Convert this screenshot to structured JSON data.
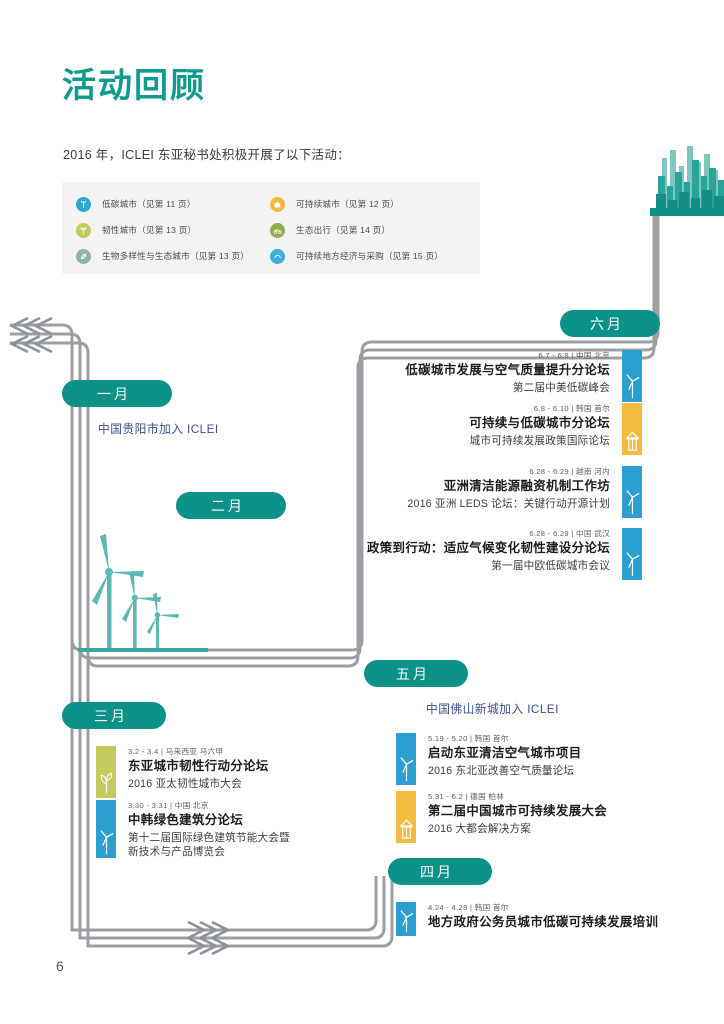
{
  "page": {
    "title": "活动回顾",
    "intro": "2016 年，ICLEI 东亚秘书处积极开展了以下活动：",
    "page_number": "6",
    "accent_color": "#0c9289",
    "title_color": "#0f9b8e",
    "member_note_color": "#3c4f8a"
  },
  "legend": {
    "column_left": [
      {
        "label": "低碳城市（见第 11 页）",
        "icon": "low-carbon-city-icon",
        "color": "#2aa9d4"
      },
      {
        "label": "韧性城市（见第 13 页）",
        "icon": "resilient-city-icon",
        "color": "#c3cb5e"
      },
      {
        "label": "生物多样性与生态城市（见第 13 页）",
        "icon": "biodiversity-eco-city-icon",
        "color": "#8fb3a5"
      }
    ],
    "column_right": [
      {
        "label": "可持续城市（见第 12 页）",
        "icon": "sustainable-city-icon",
        "color": "#f0b93c"
      },
      {
        "label": "生态出行（见第 14 页）",
        "icon": "eco-mobility-icon",
        "color": "#8eae4f"
      },
      {
        "label": "可持续地方经济与采购（见第 15 页）",
        "icon": "sustainable-economy-icon",
        "color": "#3eaede"
      }
    ]
  },
  "months": {
    "june": {
      "label": "六月"
    },
    "january": {
      "label": "一月"
    },
    "february": {
      "label": "二月"
    },
    "may": {
      "label": "五月"
    },
    "march": {
      "label": "三月"
    },
    "april": {
      "label": "四月"
    }
  },
  "member_notes": {
    "guiyang": "中国贵阳市加入 ICLEI",
    "foshan": "中国佛山新城加入 ICLEI"
  },
  "events": {
    "june": [
      {
        "meta": "6.7 - 6.8 | 中国 北京",
        "title": "低碳城市发展与空气质量提升分论坛",
        "sub": "第二届中美低碳峰会",
        "icon": "low-carbon-city-icon",
        "color": "#2b9fd0"
      },
      {
        "meta": "6.8 - 6.10 | 韩国 首尔",
        "title": "可持续与低碳城市分论坛",
        "sub": "城市可持续发展政策国际论坛",
        "icon": "sustainable-city-icon",
        "color": "#f2bd3e"
      },
      {
        "meta": "6.28 - 6.29 | 越南 河内",
        "title": "亚洲清洁能源融资机制工作坊",
        "sub": "2016 亚洲 LEDS 论坛：关键行动开源计划",
        "icon": "low-carbon-city-icon",
        "color": "#2b9fd0"
      },
      {
        "meta": "6.28 - 6.29 | 中国 武汉",
        "title": "政策到行动：适应气候变化韧性建设分论坛",
        "sub": "第一届中欧低碳城市会议",
        "icon": "low-carbon-city-icon",
        "color": "#2b9fd0"
      }
    ],
    "may": [
      {
        "meta": "5.19 - 5.20 | 韩国 首尔",
        "title": "启动东亚清洁空气城市项目",
        "sub": "2016 东北亚改善空气质量论坛",
        "icon": "low-carbon-city-icon",
        "color": "#2b9fd0"
      },
      {
        "meta": "5.31 - 6.2 | 德国 柏林",
        "title": "第二届中国城市可持续发展大会",
        "sub": "2016 大都会解决方案",
        "icon": "sustainable-city-icon",
        "color": "#f2bd3e"
      }
    ],
    "march": [
      {
        "meta": "3.2 - 3.4 | 马来西亚 马六甲",
        "title": "东亚城市韧性行动分论坛",
        "sub": "2016 亚太韧性城市大会",
        "icon": "resilient-city-icon",
        "color": "#c3cb5e"
      },
      {
        "meta": "3.30 - 3.31 | 中国 北京",
        "title": "中韩绿色建筑分论坛",
        "sub": "第十二届国际绿色建筑节能大会暨\n新技术与产品博览会",
        "icon": "low-carbon-city-icon",
        "color": "#2b9fd0"
      }
    ],
    "april": [
      {
        "meta": "4.24 - 4.28 | 韩国 首尔",
        "title": "地方政府公务员城市低碳可持续发展培训",
        "sub": "",
        "icon": "low-carbon-city-icon",
        "color": "#2b9fd0"
      }
    ]
  },
  "decorations": {
    "skyline": "city-skyline-graphic",
    "turbines": "wind-turbines-graphic",
    "road_color": "#9b9fa3",
    "arrow_color": "#8d9298"
  }
}
